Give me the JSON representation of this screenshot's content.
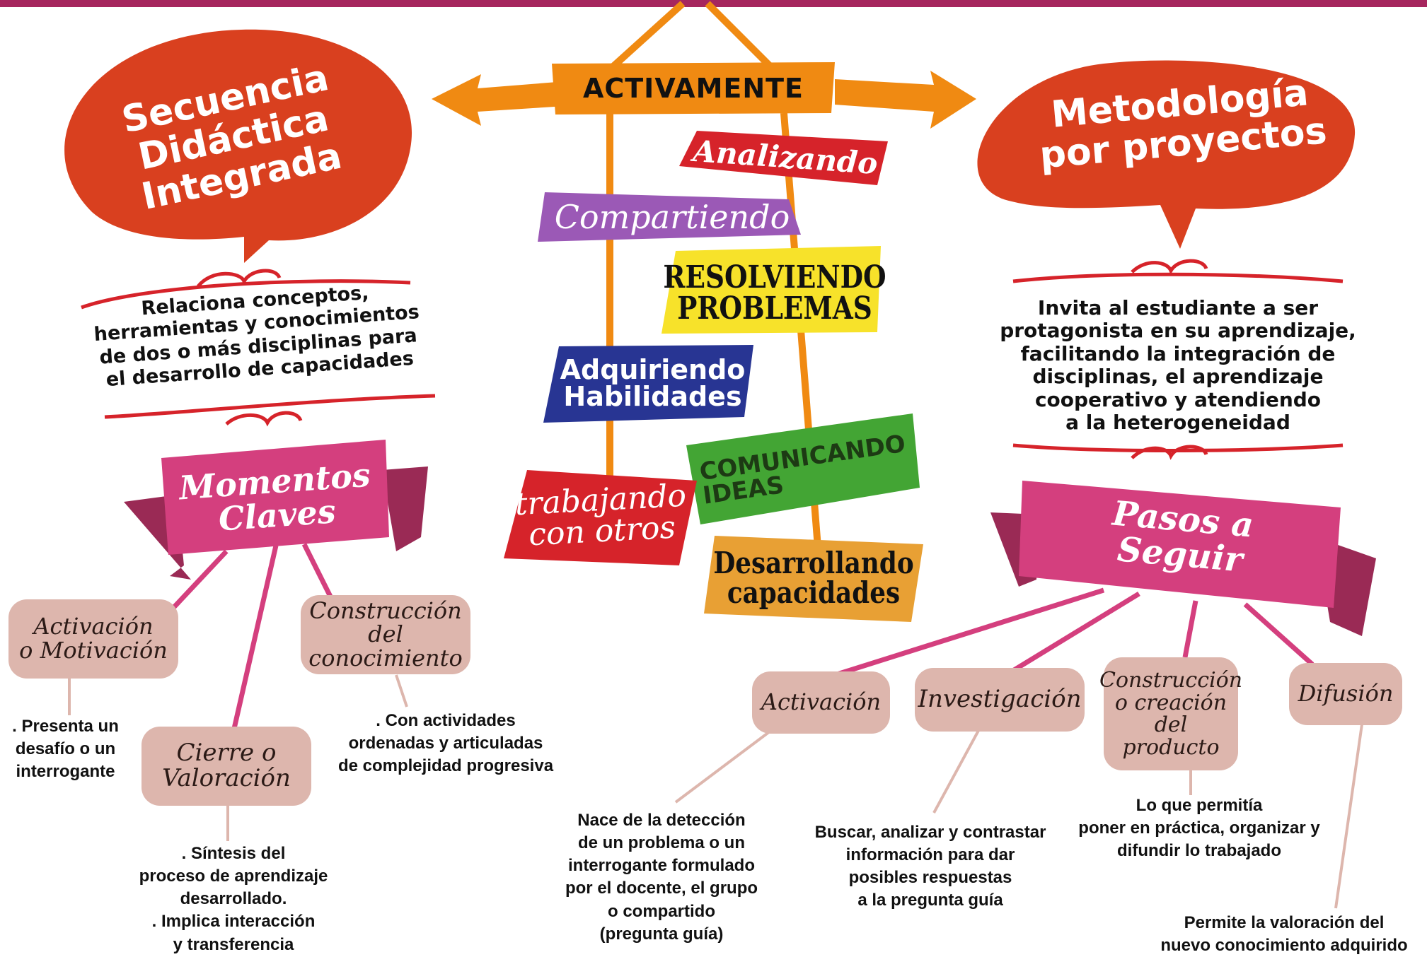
{
  "header": {
    "title": "ACTIVAMENTE"
  },
  "left_bubble": {
    "line1": "Secuencia",
    "line2": "Didáctica",
    "line3": "Integrada"
  },
  "right_bubble": {
    "line1": "Metodología",
    "line2": "por proyectos"
  },
  "left_description": {
    "line1": "Relaciona conceptos,",
    "line2": "herramientas y conocimientos",
    "line3": "de dos o más disciplinas para",
    "line4": "el desarrollo de capacidades"
  },
  "right_description": {
    "line1": "Invita al estudiante a ser",
    "line2": "protagonista en su aprendizaje,",
    "line3": "facilitando la integración de",
    "line4": "disciplinas, el aprendizaje",
    "line5": "cooperativo y atendiendo",
    "line6": "a la heterogeneidad"
  },
  "signs": {
    "analizando": "Analizando",
    "compartiendo": "Compartiendo",
    "resolviendo_1": "RESOLVIENDO",
    "resolviendo_2": "PROBLEMAS",
    "adquiriendo_1": "Adquiriendo",
    "adquiriendo_2": "Habilidades",
    "comunicando_1": "COMUNICANDO",
    "comunicando_2": "IDEAS",
    "trabajando_1": "trabajando",
    "trabajando_2": "con otros",
    "desarrollando_1": "Desarrollando",
    "desarrollando_2": "capacidades"
  },
  "left_ribbon": {
    "line1": "Momentos",
    "line2": "Claves"
  },
  "right_ribbon": {
    "line1": "Pasos a",
    "line2": "Seguir"
  },
  "left_steps": {
    "activacion_1": "Activación",
    "activacion_2": "o Motivación",
    "construccion_1": "Construcción",
    "construccion_2": "del conocimiento",
    "cierre_1": "Cierre o",
    "cierre_2": "Valoración"
  },
  "left_notes": {
    "activacion": [
      ". Presenta un",
      "desafío o un",
      "interrogante"
    ],
    "construccion": [
      ". Con actividades",
      "ordenadas y articuladas",
      "de complejidad progresiva"
    ],
    "cierre": [
      ". Síntesis del",
      "proceso de aprendizaje",
      "desarrollado.",
      ". Implica interacción",
      "y transferencia"
    ]
  },
  "right_steps": {
    "activacion": "Activación",
    "investigacion": "Investigación",
    "construccion_1": "Construcción",
    "construccion_2": "o creación del",
    "construccion_3": "producto",
    "difusion": "Difusión"
  },
  "right_notes": {
    "activacion": [
      "Nace de la detección",
      "de un problema o un",
      "interrogante formulado",
      "por el docente, el grupo",
      "o compartido",
      "(pregunta guía)"
    ],
    "investigacion": [
      "Buscar, analizar y contrastar",
      "información para dar",
      "posibles respuestas",
      "a la pregunta guía"
    ],
    "construccion": [
      "Lo que permitía",
      "poner en práctica, organizar y",
      "difundir lo trabajado"
    ],
    "difusion": [
      "Permite la valoración del",
      "nuevo conocimiento adquirido"
    ]
  },
  "colors": {
    "accent_magenta": "#a6265e",
    "bubble_red": "#d9401f",
    "arrow_orange": "#f08a12",
    "pink_ribbon": "#d43f7e",
    "step_box": "#ddb6ad",
    "decoration_red": "#d6232a"
  }
}
